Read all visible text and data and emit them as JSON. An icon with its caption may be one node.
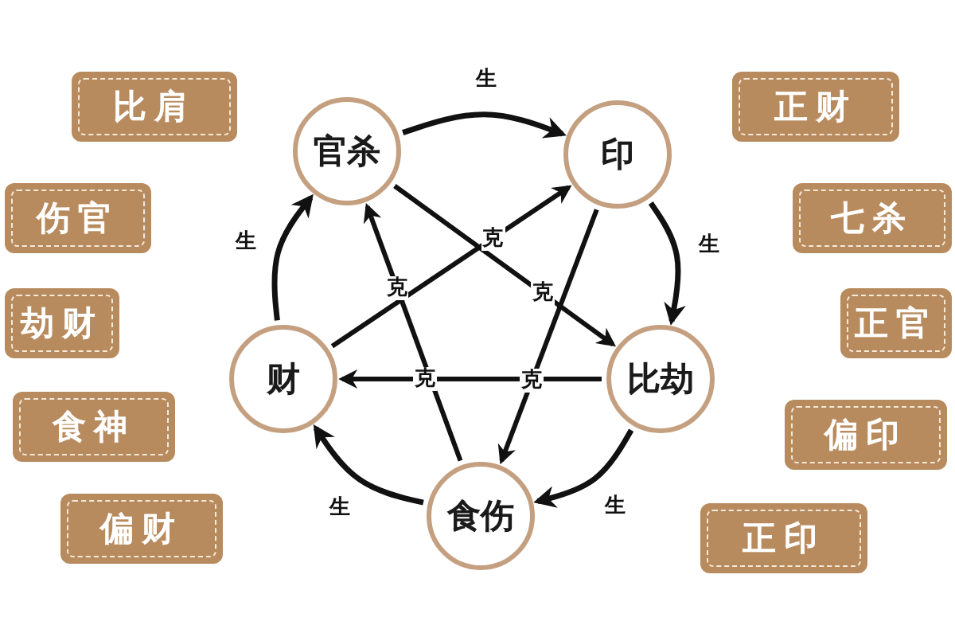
{
  "diagram": {
    "nodes": [
      {
        "text": [
          "官杀"
        ]
      },
      {
        "text": [
          "印"
        ]
      },
      {
        "text": [
          "比劫"
        ]
      },
      {
        "text": [
          "食伤"
        ]
      },
      {
        "text": [
          "财"
        ]
      }
    ],
    "edges": [
      {
        "from": 0,
        "to": 1,
        "arrow": "to",
        "label": "生"
      },
      {
        "from": 1,
        "to": 2,
        "arrow": "to",
        "label": "生"
      },
      {
        "from": 2,
        "to": 3,
        "arrow": "to",
        "label": "生"
      },
      {
        "from": 3,
        "to": 4,
        "arrow": "to",
        "label": "生"
      },
      {
        "from": 4,
        "to": 0,
        "arrow": "to",
        "label": "生"
      },
      {
        "from": 2,
        "to": 4,
        "arrow": "to",
        "label": "克"
      },
      {
        "from": 4,
        "to": 1,
        "arrow": "to",
        "label": "克"
      },
      {
        "from": 1,
        "to": 3,
        "arrow": "to",
        "label": "克"
      },
      {
        "from": 3,
        "to": 0,
        "arrow": "to",
        "label": "克"
      },
      {
        "from": 0,
        "to": 2,
        "arrow": "to",
        "label": "克"
      }
    ],
    "labels": [
      "比肩",
      "正财",
      "伤官",
      "七杀",
      "劫财",
      "正官",
      "食神",
      "偏印",
      "偏财",
      "正印"
    ]
  }
}
